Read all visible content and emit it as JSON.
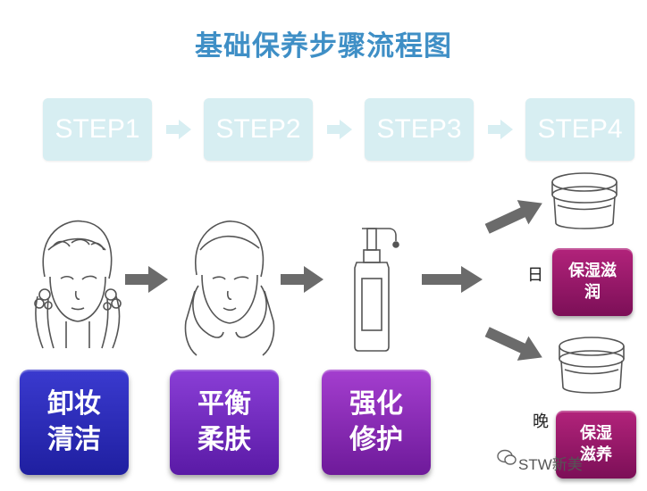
{
  "title": "基础保养步骤流程图",
  "steps": [
    "STEP1",
    "STEP2",
    "STEP3",
    "STEP4"
  ],
  "cards": [
    {
      "line1": "卸妆",
      "line2": "清洁"
    },
    {
      "line1": "平衡",
      "line2": "柔肤"
    },
    {
      "line1": "强化",
      "line2": "修护"
    }
  ],
  "day": {
    "label": "日",
    "card": {
      "line1": "保湿滋",
      "line2": "润"
    }
  },
  "night": {
    "label": "晚",
    "card": {
      "line1": "保湿",
      "line2": "滋养"
    }
  },
  "watermark": "STW新美",
  "colors": {
    "title": "#3f8fc6",
    "step_box": "#d7eef2",
    "arrow_gray": "#6b6b6b",
    "card_blue": "#2a2ab8",
    "card_violet": "#7a30c4",
    "card_purple": "#8c2bb8",
    "card_magenta": "#9c1a6c"
  },
  "icons": [
    "face-washing-icon",
    "face-hands-icon",
    "pump-bottle-icon",
    "cream-jar-icon",
    "wechat-icon"
  ]
}
